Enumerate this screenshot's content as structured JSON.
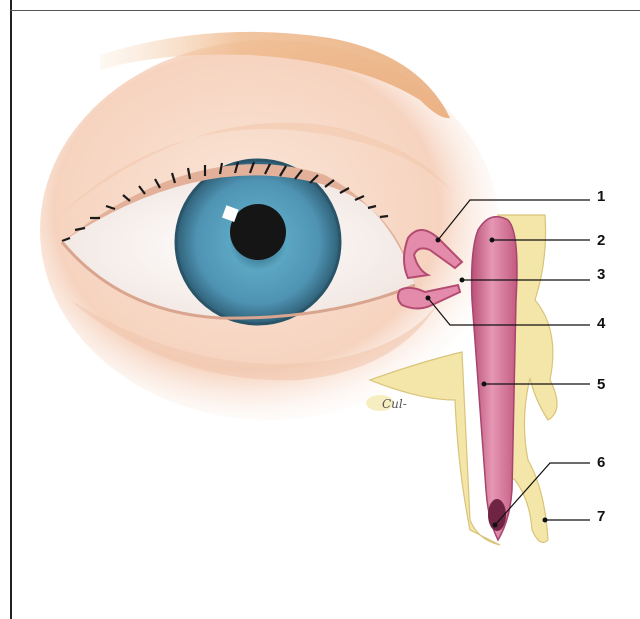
{
  "title": "",
  "signature": "Cul-",
  "labels": [
    {
      "id": "1",
      "text": "1"
    },
    {
      "id": "2",
      "text": "2"
    },
    {
      "id": "3",
      "text": "3"
    },
    {
      "id": "4",
      "text": "4"
    },
    {
      "id": "5",
      "text": "5"
    },
    {
      "id": "6",
      "text": "6"
    },
    {
      "id": "7",
      "text": "7"
    }
  ],
  "colors": {
    "iris": "#4f93b3",
    "pupil": "#151515",
    "skin": "#f6d7c4",
    "eyebrow": "#eeb98c",
    "lacrimal_duct": "#d4668a",
    "bone": "#f4e6a8",
    "leader_line": "#111111"
  }
}
